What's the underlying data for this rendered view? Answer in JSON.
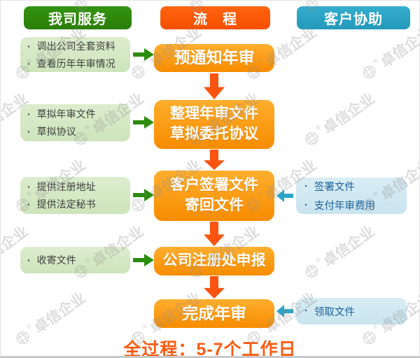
{
  "headers": {
    "left": "我司服务",
    "middle": "流　程",
    "right": "客户协助"
  },
  "bullet": "·",
  "left_boxes": [
    {
      "lines": [
        "调出公司全套资料",
        "查看历年年审情况"
      ]
    },
    {
      "lines": [
        "草拟年审文件",
        "草拟协议"
      ]
    },
    {
      "lines": [
        "提供注册地址",
        "提供法定秘书"
      ]
    },
    {
      "lines": [
        "收寄文件"
      ]
    }
  ],
  "process_boxes": [
    {
      "lines": [
        "预通知年审"
      ]
    },
    {
      "lines": [
        "整理年审文件",
        "草拟委托协议"
      ]
    },
    {
      "lines": [
        "客户签署文件",
        "寄回文件"
      ]
    },
    {
      "lines": [
        "公司注册处申报"
      ]
    },
    {
      "lines": [
        "完成年审"
      ]
    }
  ],
  "right_boxes": [
    {
      "lines": [
        "签署文件",
        "支付年审费用"
      ]
    },
    {
      "lines": [
        "领取文件"
      ]
    }
  ],
  "footer": {
    "text": "全过程：5-7个工作日"
  },
  "watermark": {
    "text": "卓信企业",
    "reg": "®"
  },
  "colors": {
    "green_header": "#2e8a0d",
    "orange_header": "#ff5a00",
    "blue_header": "#2ba6c6",
    "process_box": "#f78c00",
    "light_green_box": "#d5e9c5",
    "light_blue_box": "#cfe8f2",
    "down_arrow": "#fa5410",
    "right_arrow": "#2c8c0e",
    "left_arrow": "#2ba4c8",
    "footer_text": "#ff5a10"
  }
}
